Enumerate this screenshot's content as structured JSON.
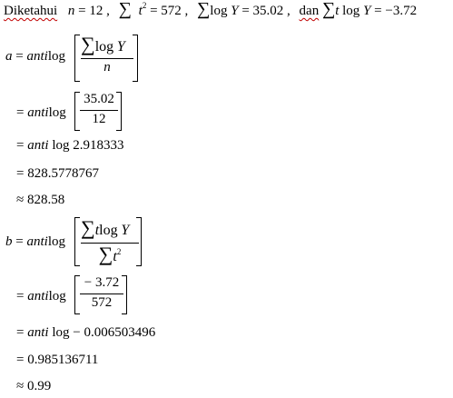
{
  "given": {
    "word": "Diketahui",
    "n_var": "n",
    "n_eq": "= 12 ,",
    "sum_sym": "∑",
    "t_var": "t",
    "sq": "2",
    "t2_eq": "= 572 ,",
    "sumlog_fn": "log",
    "Y_var": "Y",
    "sumlog_eq": "= 35.02 ,",
    "dan": "dan",
    "sumtlog_t": "t",
    "sumtlog_fn": "log",
    "sumtlog_Y": "Y",
    "sumtlog_eq": "= −3.72"
  },
  "a": {
    "var": "a",
    "eq": "=",
    "anti": "anti",
    "log": "log",
    "f1_num_sum": "∑",
    "f1_num_log": "log",
    "f1_num_Y": "Y",
    "f1_den": "n",
    "line2_eq": "=",
    "line2_anti": "anti",
    "line2_log": "log",
    "f2_num": "35.02",
    "f2_den": "12",
    "line3": "= ",
    "line3_anti": "anti",
    "line3_rest": " log  2.918333",
    "line4": "= 828.5778767",
    "line5": "≈ 828.58"
  },
  "b": {
    "var": "b",
    "eq": "=",
    "anti": "anti",
    "log": "log",
    "f1_num_sum": "∑",
    "f1_num_t": "t",
    "f1_num_log": "log",
    "f1_num_Y": "Y",
    "f1_den_sum": "∑",
    "f1_den_t": "t",
    "f1_den_sq": "2",
    "line2_eq": "=",
    "line2_anti": "anti",
    "line2_log": "log",
    "f2_num": "− 3.72",
    "f2_den": "572",
    "line3": "= ",
    "line3_anti": "anti",
    "line3_rest": " log − 0.006503496",
    "line4": "= 0.985136711",
    "line5": "≈ 0.99"
  }
}
